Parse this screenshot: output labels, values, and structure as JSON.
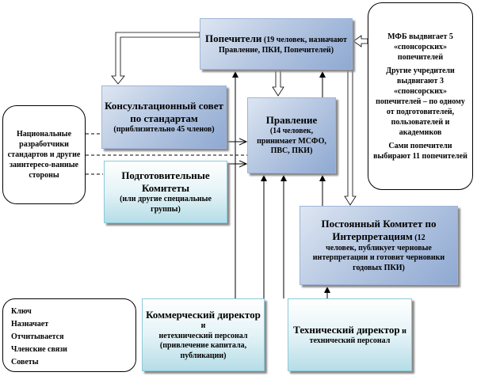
{
  "trustees": {
    "title": "Попечители",
    "desc": "(19 человек, назначают Правление, ПКИ, Попечителей)"
  },
  "sponsors": {
    "items": [
      "МФБ выдвигает 5 «спонсорских» попечителей",
      "Другие учредители выдвигают 3 «спонсорских» попечителей – по одному от подготовителей, пользователей и академиков",
      "Сами попечители выбирают 11 попечителей"
    ]
  },
  "advisory": {
    "title": "Консультационный совет по стандартам",
    "desc": "(приблизительно 45 членов)"
  },
  "board": {
    "title": "Правление",
    "desc": "(14 человек, принимает МСФО, ПВС, ПКИ)"
  },
  "national": {
    "text": "Национальные разработчики стандартов и другие заинтересо-ванные стороны"
  },
  "prep": {
    "title": "Подготовительные Комитеты",
    "desc": "(или другие специальные группы)"
  },
  "interp": {
    "title": "Постоянный Комитет по Интерпретациям",
    "count": "(12",
    "desc": "человек, публикует черновые интерпретации и готовит черновики годовых ПКИ)"
  },
  "commercial": {
    "title": "Коммерческий директор",
    "and": "и",
    "desc": "нетехнический персонал (привлечение капитала, публикации)"
  },
  "technical": {
    "title": "Технический директор",
    "and": "и",
    "desc": "технический персонал"
  },
  "key": {
    "title": "Ключ",
    "items": [
      "Назначает",
      "Отчитывается",
      "Членские связи",
      "Советы"
    ]
  }
}
